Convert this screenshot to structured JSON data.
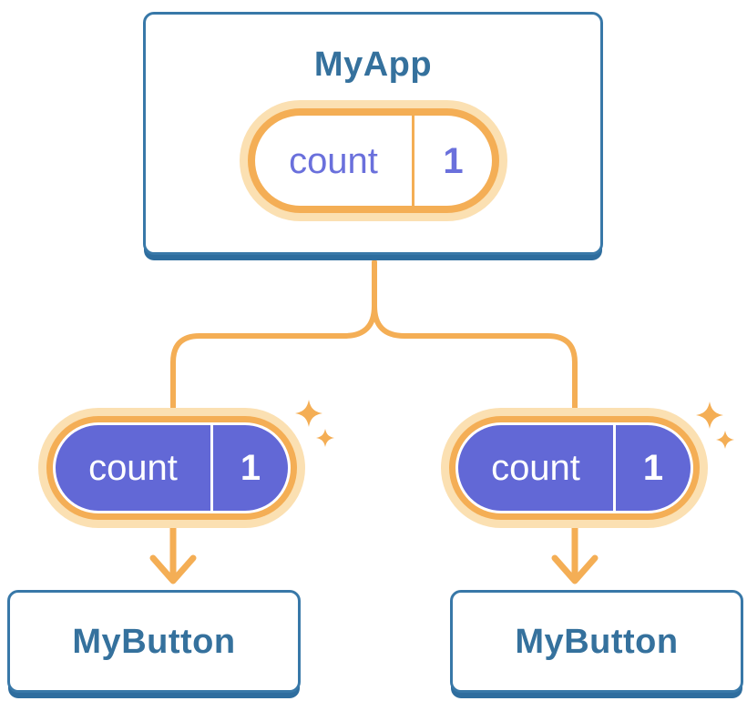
{
  "diagram": {
    "root": {
      "title": "MyApp",
      "state": {
        "name": "count",
        "value": "1"
      }
    },
    "children": [
      {
        "title": "MyButton",
        "prop": {
          "name": "count",
          "value": "1"
        }
      },
      {
        "title": "MyButton",
        "prop": {
          "name": "count",
          "value": "1"
        }
      }
    ]
  },
  "icons": {
    "sparkle": "four-point-star"
  },
  "colors": {
    "card_border_blue": "#3878A8",
    "card_shadow_blue": "#2E6D9E",
    "title_text_blue": "#35719D",
    "wire_orange": "#F4AE55",
    "pill_glow_orange": "#FBE0B2",
    "prop_pill_purple": "#6268D6",
    "state_text_purple": "#6A70DC",
    "pill_face_white": "#FFFFFF"
  }
}
